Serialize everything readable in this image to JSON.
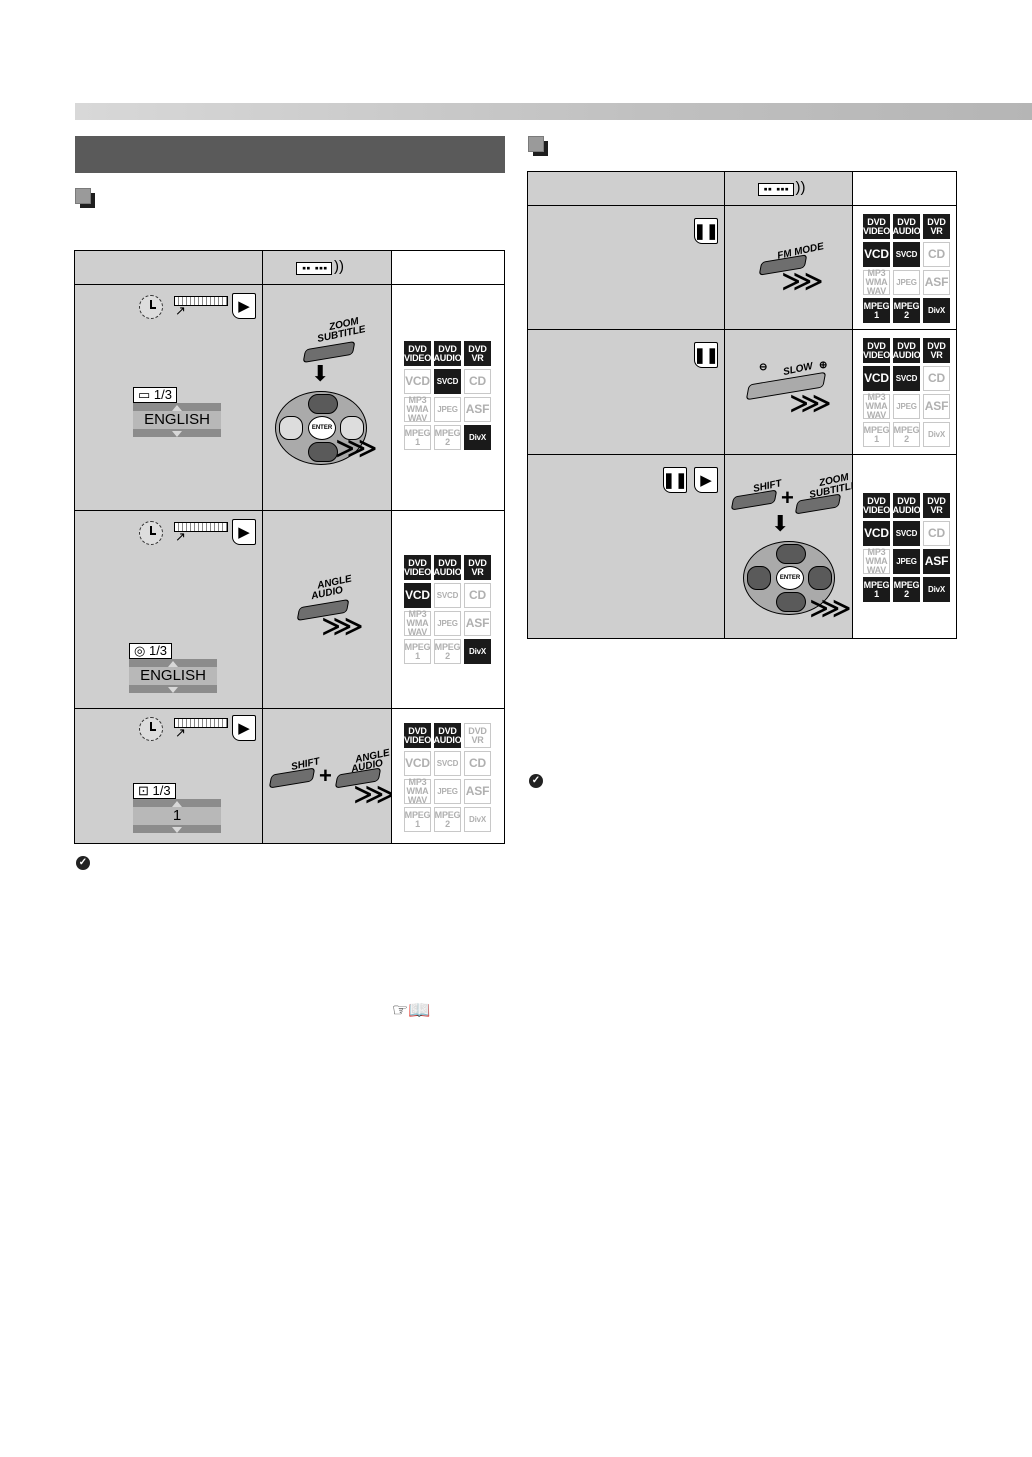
{
  "header": {
    "section_title": "",
    "left_subsection_title": "",
    "right_subsection_title": ""
  },
  "icons": {
    "remote": "remote-control-icon",
    "section_marker": "square-marker-icon",
    "note": "checkmark-note-icon",
    "reference": "reference-book-icon"
  },
  "left_table": {
    "rows": [
      {
        "osd_label": "1/3",
        "osd_value": "ENGLISH",
        "osd_icon": "subtitle-icon",
        "buttons": [
          "ZOOM",
          "SUBTITLE",
          "ENTER"
        ]
      },
      {
        "osd_label": "1/3",
        "osd_value": "ENGLISH",
        "osd_icon": "audio-icon",
        "buttons": [
          "ANGLE",
          "AUDIO"
        ]
      },
      {
        "osd_label": "1/3",
        "osd_value": "1",
        "osd_icon": "angle-camera-icon",
        "buttons": [
          "SHIFT",
          "ANGLE",
          "AUDIO"
        ]
      }
    ]
  },
  "right_table": {
    "rows": [
      {
        "buttons": [
          "FM MODE"
        ]
      },
      {
        "buttons": [
          "SLOW"
        ]
      },
      {
        "buttons": [
          "SHIFT",
          "ZOOM",
          "SUBTITLE",
          "ENTER"
        ]
      }
    ]
  },
  "badge_labels": {
    "dvd_video": [
      "DVD",
      "VIDEO"
    ],
    "dvd_audio": [
      "DVD",
      "AUDIO"
    ],
    "dvd_vr": [
      "DVD",
      "VR"
    ],
    "vcd": "VCD",
    "svcd": "SVCD",
    "cd": "CD",
    "mp3": [
      "MP3",
      "WMA",
      "WAV"
    ],
    "jpeg": "JPEG",
    "asf": "ASF",
    "mpeg1": [
      "MPEG",
      "1"
    ],
    "mpeg2": [
      "MPEG",
      "2"
    ],
    "divx": "DivX"
  },
  "badge_states": {
    "left_row1": [
      1,
      1,
      1,
      0,
      1,
      0,
      0,
      0,
      0,
      0,
      0,
      1
    ],
    "left_row2": [
      1,
      1,
      1,
      1,
      0,
      0,
      0,
      0,
      0,
      0,
      0,
      1
    ],
    "left_row3": [
      1,
      1,
      0,
      0,
      0,
      0,
      0,
      0,
      0,
      0,
      0,
      0
    ],
    "right_row1": [
      1,
      1,
      1,
      1,
      1,
      0,
      0,
      0,
      0,
      1,
      1,
      1
    ],
    "right_row2": [
      1,
      1,
      1,
      1,
      1,
      0,
      0,
      0,
      0,
      0,
      0,
      0
    ],
    "right_row3": [
      1,
      1,
      1,
      1,
      1,
      0,
      0,
      1,
      1,
      1,
      1,
      1
    ]
  },
  "colors": {
    "section_bar": "#5a5a5a",
    "cell_gray": "#cfcfcf",
    "badge_on": "#1a1a1a",
    "badge_off_text": "#b0b0b0"
  }
}
